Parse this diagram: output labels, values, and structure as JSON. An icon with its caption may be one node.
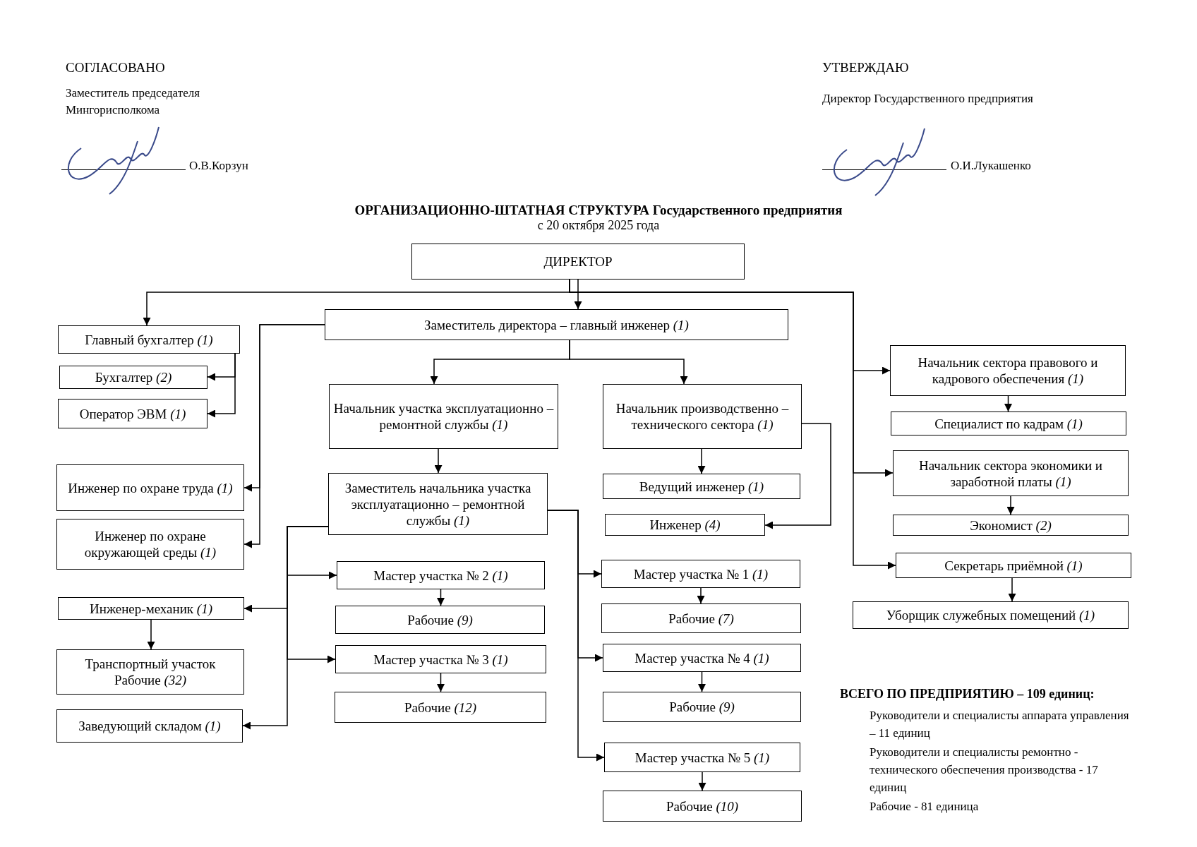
{
  "diagram": {
    "title": "ОРГАНИЗАЦИОННО-ШТАТНАЯ СТРУКТУРА Государственного предприятия",
    "nodes": [
      {
        "text": [
          "ДИРЕКТОР"
        ]
      },
      {
        "text": [
          "Заместитель директора – главный инженер *(1)*"
        ]
      },
      {
        "text": [
          "Главный бухгалтер *(1)*"
        ]
      },
      {
        "text": [
          "Бухгалтер *(2)*"
        ]
      },
      {
        "text": [
          "Оператор ЭВМ *(1)*"
        ]
      },
      {
        "text": [
          "Начальник участка эксплуатационно –ремонтной службы *(1)*"
        ]
      },
      {
        "text": [
          "Начальник производственно – технического сектора *(1)*"
        ]
      },
      {
        "text": [
          "Начальник сектора правового и кадрового обеспечения  *(1)*"
        ]
      },
      {
        "text": [
          "Специалист по кадрам *(1)*"
        ]
      },
      {
        "text": [
          "Инженер по охране труда *(1)*"
        ]
      },
      {
        "text": [
          "Заместитель начальника участка эксплуатационно – ремонтной службы *(1)*"
        ]
      },
      {
        "text": [
          "Ведущий инженер *(1)*"
        ]
      },
      {
        "text": [
          "Начальник сектора экономики и заработной платы *(1)*"
        ]
      },
      {
        "text": [
          "Инженер по охране окружающей среды *(1)*"
        ]
      },
      {
        "text": [
          "Инженер *(4)*"
        ]
      },
      {
        "text": [
          "Экономист *(2)*"
        ]
      },
      {
        "text": [
          "Секретарь приёмной *(1)*"
        ]
      },
      {
        "text": [
          "Инженер-механик *(1)*"
        ]
      },
      {
        "text": [
          "Мастер участка № 2 *(1)*"
        ]
      },
      {
        "text": [
          "Мастер участка № 1 *(1)*"
        ]
      },
      {
        "text": [
          "Уборщик служебных помещений *(1)*"
        ]
      },
      {
        "text": [
          "Рабочие *(9)*"
        ]
      },
      {
        "text": [
          "Рабочие *(7)*"
        ]
      },
      {
        "text": [
          "Транспортный участок",
          "Рабочие *(32)*"
        ]
      },
      {
        "text": [
          "Мастер участка № 3 *(1)*"
        ]
      },
      {
        "text": [
          "Мастер участка № 4 *(1)*"
        ]
      },
      {
        "text": [
          "Рабочие *(12)*"
        ]
      },
      {
        "text": [
          "Рабочие *(9)*"
        ]
      },
      {
        "text": [
          "Заведующий складом *(1)*"
        ]
      },
      {
        "text": [
          "Мастер участка № 5 *(1)*"
        ]
      },
      {
        "text": [
          "Рабочие *(10)*"
        ]
      }
    ],
    "edges": [
      {
        "from": 0,
        "to": 1,
        "arrow": "to"
      },
      {
        "from": 0,
        "to": 2,
        "arrow": "to"
      },
      {
        "from": 0,
        "to": 7,
        "arrow": "to"
      },
      {
        "from": 0,
        "to": 12,
        "arrow": "to"
      },
      {
        "from": 0,
        "to": 16,
        "arrow": "to"
      },
      {
        "from": 2,
        "to": 3,
        "arrow": "to"
      },
      {
        "from": 2,
        "to": 4,
        "arrow": "to"
      },
      {
        "from": 1,
        "to": 9,
        "arrow": "to"
      },
      {
        "from": 1,
        "to": 13,
        "arrow": "to"
      },
      {
        "from": 1,
        "to": 5,
        "arrow": "to"
      },
      {
        "from": 1,
        "to": 6,
        "arrow": "to"
      },
      {
        "from": 5,
        "to": 10,
        "arrow": "to"
      },
      {
        "from": 6,
        "to": 11,
        "arrow": "to"
      },
      {
        "from": 6,
        "to": 14,
        "arrow": "to"
      },
      {
        "from": 10,
        "to": 18,
        "arrow": "to"
      },
      {
        "from": 10,
        "to": 17,
        "arrow": "to"
      },
      {
        "from": 10,
        "to": 24,
        "arrow": "to"
      },
      {
        "from": 10,
        "to": 28,
        "arrow": "to"
      },
      {
        "from": 10,
        "to": 19,
        "arrow": "to"
      },
      {
        "from": 10,
        "to": 25,
        "arrow": "to"
      },
      {
        "from": 10,
        "to": 29,
        "arrow": "to"
      },
      {
        "from": 17,
        "to": 23,
        "arrow": "to"
      },
      {
        "from": 18,
        "to": 21,
        "arrow": "to"
      },
      {
        "from": 19,
        "to": 22,
        "arrow": "to"
      },
      {
        "from": 24,
        "to": 26,
        "arrow": "to"
      },
      {
        "from": 25,
        "to": 27,
        "arrow": "to"
      },
      {
        "from": 29,
        "to": 30,
        "arrow": "to"
      },
      {
        "from": 7,
        "to": 8,
        "arrow": "to"
      },
      {
        "from": 12,
        "to": 15,
        "arrow": "to"
      },
      {
        "from": 16,
        "to": 20,
        "arrow": "to"
      }
    ],
    "labels": [
      "СОГЛАСОВАНО",
      "Заместитель  председателя Мингорисполкома",
      "О.В.Корзун",
      "УТВЕРЖДАЮ",
      "Директор Государственного предприятия",
      "О.И.Лукашенко",
      "с 20 октября 2025 года",
      "ВСЕГО ПО ПРЕДПРИЯТИЮ – 109 единиц:",
      "Руководители и специалисты аппарата управления – 11 единиц",
      "Руководители и специалисты ремонтно - технического обеспечения производства  - 17 единиц",
      "Рабочие -  81 единица"
    ]
  }
}
